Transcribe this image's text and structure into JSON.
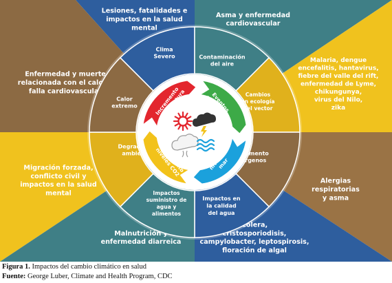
{
  "outer_panels": [
    {
      "id": "top-left-panel",
      "text": "Lesiones, fatalidades e|impactos en la salud|mental",
      "bg": "#2E5E9E",
      "color": "#ffffff"
    },
    {
      "id": "top-right-panel",
      "text": "Asma y enfermedad|cardiovascular",
      "bg": "#3F7F86",
      "color": "#ffffff"
    },
    {
      "id": "left-top-panel",
      "text": "Enfermedad y muerte|relacionada con el calor y|falla cardiovascular",
      "bg": "#8C6A43",
      "color": "#ffffff"
    },
    {
      "id": "right-top-panel",
      "text": "Malaria, dengue|encefalitis, hantavirus,|fiebre del valle del rift,|enfermedad de Lyme,|chikungunya,|virus del Nilo,|zika",
      "bg": "#F0C21E",
      "color": "#ffffff"
    },
    {
      "id": "left-bottom-panel",
      "text": "Migración forzada,|conflicto civil y|impactos en la salud|mental",
      "bg": "#F0C21E",
      "color": "#ffffff"
    },
    {
      "id": "right-bottom-panel",
      "text": "Alergias|respiratorias|y asma",
      "bg": "#9A7345",
      "color": "#ffffff"
    },
    {
      "id": "bottom-left-panel",
      "text": "Malnutrición y|enfermedad diarreica",
      "bg": "#3F7F86",
      "color": "#ffffff"
    },
    {
      "id": "bottom-right-panel",
      "text": "Colera,|cristosporiodisis,|campylobacter, leptospirosis,|floración de algal",
      "bg": "#2E5E9E",
      "color": "#ffffff"
    }
  ],
  "ring_sectors": [
    {
      "id": "ring-clima-severo",
      "text": "Clima|Severo",
      "color": "#2E5E9E"
    },
    {
      "id": "ring-contaminacion-aire",
      "text": "Contaminación|del aire",
      "color": "#3F7F86"
    },
    {
      "id": "ring-ecologia-vector",
      "text": "Cambios|en ecología|del vector",
      "color": "#E0B11C"
    },
    {
      "id": "ring-incremento-alergenos",
      "text": "Incremento|alérgenos",
      "color": "#8C6A43"
    },
    {
      "id": "ring-calidad-agua",
      "text": "Impactos en|la calidad|del agua",
      "color": "#2E5E9E"
    },
    {
      "id": "ring-suministro-agua",
      "text": "Impactos|suministro de|agua y|alimentos",
      "color": "#3F7F86"
    },
    {
      "id": "ring-degradacion-ambiental",
      "text": "Degradación|ambiental",
      "color": "#E0B11C"
    },
    {
      "id": "ring-calor-extremo",
      "text": "Calor|extremo",
      "color": "#8C6A43"
    }
  ],
  "center_arrows": [
    {
      "id": "arrow-incremento-temperatura",
      "text": "Incremento|temperatura",
      "color": "#E3262E"
    },
    {
      "id": "arrow-eventos-extremos",
      "text": "Eventos|extremos",
      "color": "#3DAA47"
    },
    {
      "id": "arrow-nivel-mar",
      "text": "Incremento|nivel del|mar",
      "color": "#1BA1DC"
    },
    {
      "id": "arrow-niveles-co2",
      "text": "Incremento|niveles CO2",
      "color": "#F2C21A"
    }
  ],
  "center_icons": [
    "sun-icon",
    "storm-cloud-icon",
    "co2-cloud-icon",
    "waves-icon"
  ],
  "caption": {
    "figure_label": "Figura 1.",
    "figure_text": " Impactos del cambio climático en salud",
    "source_label": "Fuente:",
    "source_text": " George Luber, Climate and Health Program, CDC"
  }
}
